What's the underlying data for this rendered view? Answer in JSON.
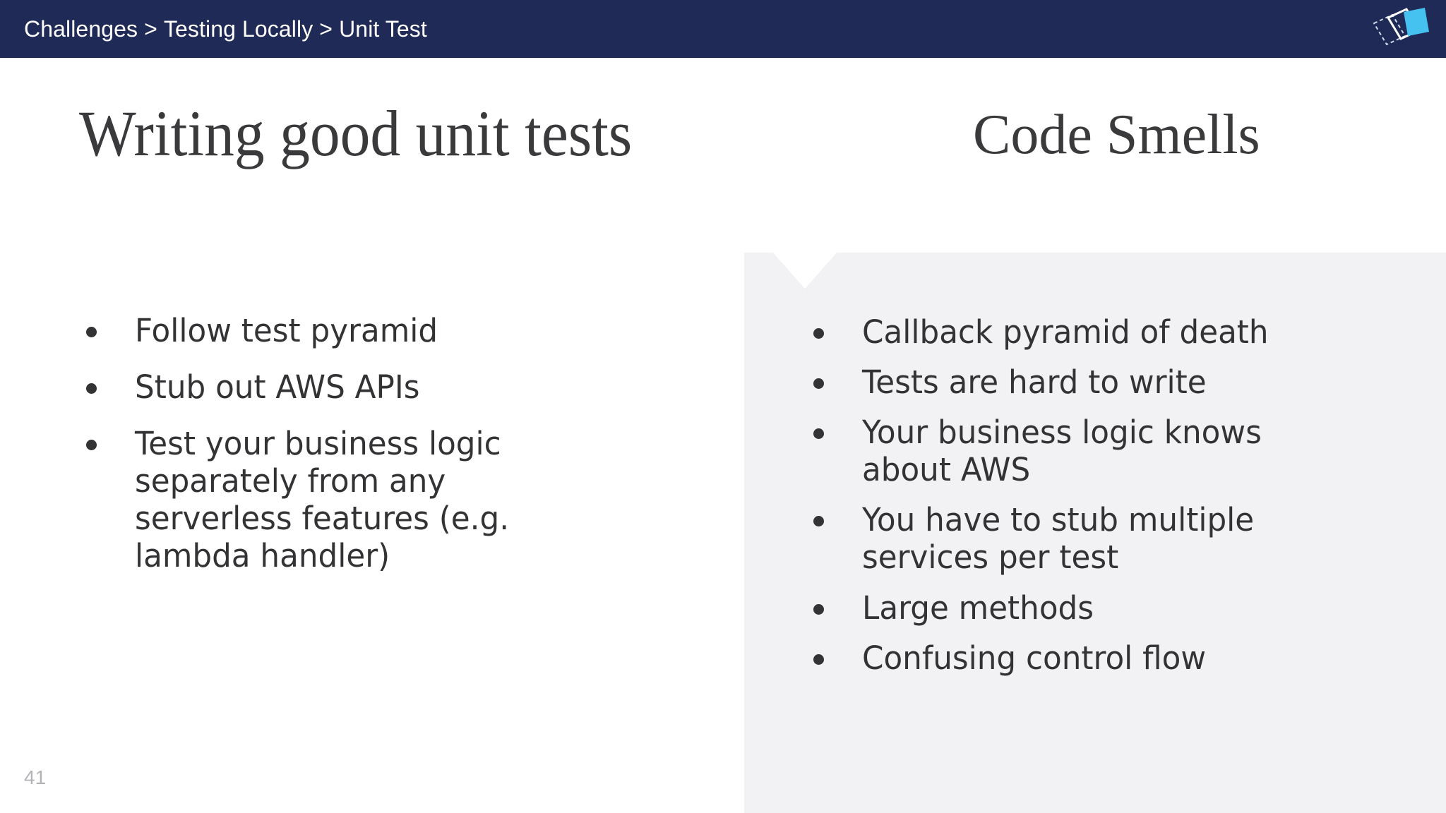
{
  "topbar": {
    "background_color": "#1f2a56",
    "breadcrumb": {
      "separator": ">",
      "crumbs": [
        "Challenges",
        "Testing Locally",
        "Unit Test"
      ],
      "full_text": "Challenges > Testing Locally > Unit Test"
    },
    "logo": {
      "name": "isometric-panels-logo",
      "accent_color": "#45c2f0",
      "outline_color": "#ffffff"
    }
  },
  "columns": {
    "left": {
      "heading": "Writing good unit tests",
      "bullets": [
        "Follow test pyramid",
        "Stub out AWS APIs",
        "Test your business logic separately from any serverless features (e.g. lambda handler)"
      ]
    },
    "right": {
      "heading": "Code Smells",
      "panel_background_color": "#f2f1f4",
      "bullets": [
        "Callback pyramid of death",
        "Tests are hard to write",
        "Your business logic knows about AWS",
        "You have to stub multiple services per test",
        "Large methods",
        "Confusing control flow"
      ]
    }
  },
  "footer": {
    "page_number": "41"
  },
  "colors": {
    "slide_background": "#ffffff",
    "heading_text": "#3a3a3c",
    "body_text": "#333336",
    "page_number_text": "#b4b4b8"
  }
}
